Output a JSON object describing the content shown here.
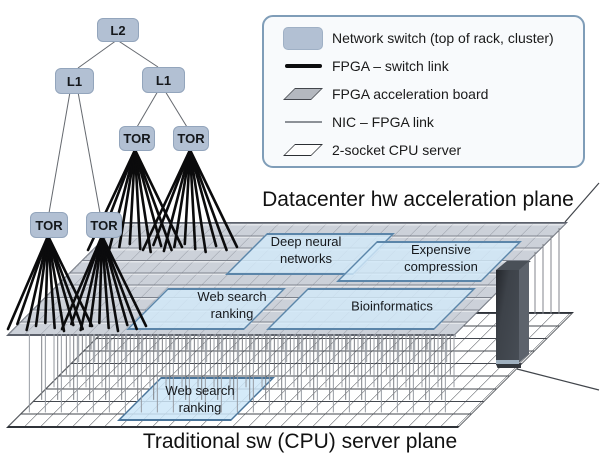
{
  "legend": {
    "items": [
      {
        "label": "Network switch (top of rack, cluster)",
        "icon": "network-switch"
      },
      {
        "label": "FPGA – switch link",
        "icon": "fpga-switch-link"
      },
      {
        "label": "FPGA acceleration board",
        "icon": "fpga-acceleration-board"
      },
      {
        "label": "NIC – FPGA link",
        "icon": "nic-fpga-link"
      },
      {
        "label": "2-socket CPU server",
        "icon": "cpu-server"
      }
    ]
  },
  "tree": {
    "nodes": [
      {
        "label": "L2"
      },
      {
        "label": "L1"
      },
      {
        "label": "L1"
      },
      {
        "label": "TOR"
      },
      {
        "label": "TOR"
      },
      {
        "label": "TOR"
      },
      {
        "label": "TOR"
      }
    ]
  },
  "planes": {
    "acceleration": {
      "title": "Datacenter hw acceleration plane",
      "regions": [
        {
          "line1": "Deep neural",
          "line2": "networks"
        },
        {
          "line1": "Expensive",
          "line2": "compression"
        },
        {
          "line1": "Web search",
          "line2": "ranking"
        },
        {
          "line1": "Bioinformatics",
          "line2": ""
        }
      ]
    },
    "server": {
      "title": "Traditional sw (CPU) server plane",
      "regions": [
        {
          "line1": "Web search",
          "line2": "ranking"
        }
      ]
    }
  },
  "colors": {
    "node_fill": "#b2c0d3",
    "plane_upper_fill": "#ccd1d9",
    "region_fill": "#d2e9f9",
    "region_border": "#5b85a9",
    "fpga_switch_link": "#0d0d0e",
    "nic_fpga_link": "#8d9197",
    "legend_border": "#7f9db8"
  }
}
